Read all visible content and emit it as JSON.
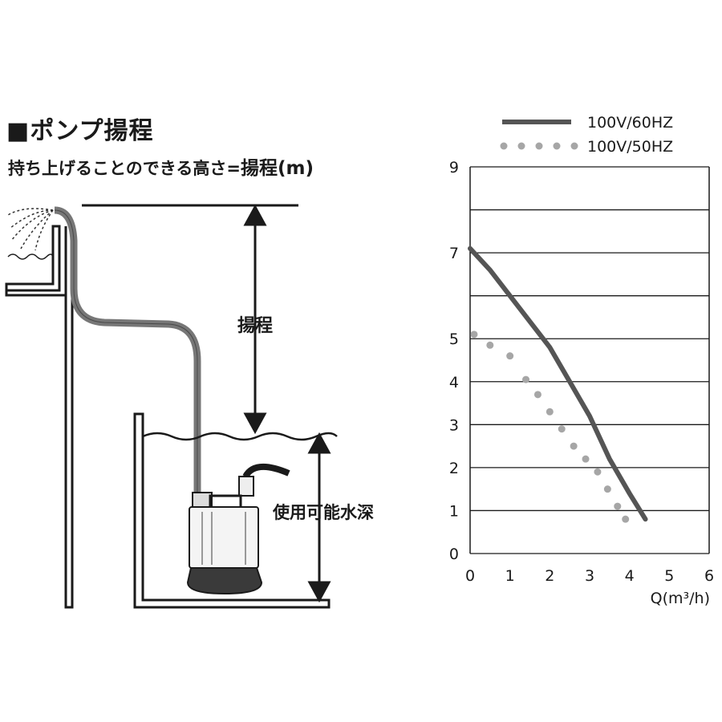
{
  "heading": {
    "title": "■ポンプ揚程",
    "subtitle_prefix": "持ち上げることのできる高さ=",
    "subtitle_emphasis": "揚程(m)"
  },
  "diagram": {
    "head_label": "揚程",
    "depth_label": "使用可能水深"
  },
  "colors": {
    "line_60hz": "#555555",
    "line_50hz": "#a6a6a6",
    "hose": "#777777",
    "ink": "#1a1a1a"
  },
  "chart_data": {
    "type": "line",
    "xlabel": "Q(m³/h)",
    "ylabel": "",
    "xlim": [
      0,
      6
    ],
    "ylim": [
      0,
      9
    ],
    "x_ticks": [
      "0",
      "1",
      "2",
      "3",
      "4",
      "5",
      "6"
    ],
    "y_ticks": [
      "0",
      "1",
      "2",
      "3",
      "4",
      "5",
      "7",
      "9"
    ],
    "y_tick_values": [
      0,
      1,
      2,
      3,
      4,
      5,
      7,
      9
    ],
    "grid": true,
    "legend_position": "top-right",
    "series": [
      {
        "name": "100V/60HZ",
        "style": "solid",
        "points": [
          [
            0,
            7.1
          ],
          [
            0.5,
            6.6
          ],
          [
            1.0,
            6.0
          ],
          [
            1.5,
            5.4
          ],
          [
            2.0,
            4.8
          ],
          [
            2.5,
            4.0
          ],
          [
            3.0,
            3.2
          ],
          [
            3.5,
            2.2
          ],
          [
            4.0,
            1.4
          ],
          [
            4.4,
            0.8
          ]
        ]
      },
      {
        "name": "100V/50HZ",
        "style": "dotted",
        "points": [
          [
            0.1,
            5.1
          ],
          [
            0.5,
            4.85
          ],
          [
            1.0,
            4.6
          ],
          [
            1.4,
            4.05
          ],
          [
            1.7,
            3.7
          ],
          [
            2.0,
            3.3
          ],
          [
            2.3,
            2.9
          ],
          [
            2.6,
            2.5
          ],
          [
            2.9,
            2.2
          ],
          [
            3.2,
            1.9
          ],
          [
            3.45,
            1.5
          ],
          [
            3.7,
            1.1
          ],
          [
            3.9,
            0.8
          ]
        ]
      }
    ]
  }
}
